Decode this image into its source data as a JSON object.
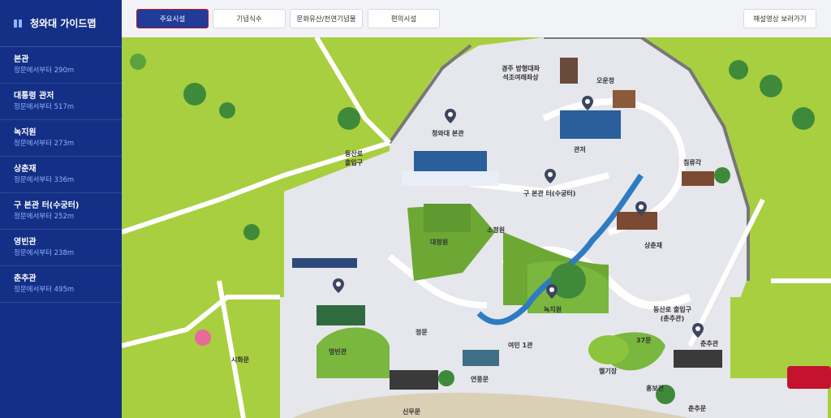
{
  "sidebar": {
    "title": "청와대 가이드맵",
    "items": [
      {
        "name": "본관",
        "distance": "정문에서부터 290m"
      },
      {
        "name": "대통령 관저",
        "distance": "정문에서부터 517m"
      },
      {
        "name": "녹지원",
        "distance": "정문에서부터 273m"
      },
      {
        "name": "상춘재",
        "distance": "정문에서부터 336m"
      },
      {
        "name": "구 본관 터(수궁터)",
        "distance": "정문에서부터 252m"
      },
      {
        "name": "영빈관",
        "distance": "정문에서부터 238m"
      },
      {
        "name": "춘추관",
        "distance": "정문에서부터 495m"
      }
    ]
  },
  "tabs": [
    "주요시설",
    "기념식수",
    "문화유산/천연기념물",
    "편의시설"
  ],
  "active_tab": "주요시설",
  "video_button": "해설영상 보러가기",
  "map_labels": {
    "buddha": "경주 방형대좌\n석조여래좌상",
    "oojeong": "오운정",
    "main_hall": "청와대 본관",
    "residence": "관저",
    "chimryugak": "침류각",
    "hiking_entrance": "등산로\n출입구",
    "old_main_site": "구 본관 터(수궁터)",
    "daejeongwon": "대정원",
    "sojeongwon": "소정원",
    "sangchunjae": "상춘재",
    "nokjiwon": "녹지원",
    "hiking_entrance_2": "등산로 출입구\n(춘추관)",
    "jeongmun": "정문",
    "yeonmin1": "여민 1관",
    "gate37": "37문",
    "chunchugwan": "춘추관",
    "sihwamun": "시화문",
    "yeongbingwan": "영빈관",
    "yeonpungmun": "연풍문",
    "helipad": "헬기장",
    "hongbogwan": "홍보관",
    "sinmumun": "신무문",
    "chunchumun": "춘추문"
  },
  "colors": {
    "sidebar_bg": "#142f86",
    "accent": "#213c98",
    "active_border": "#c41230",
    "map_green": "#a8cf3f",
    "road": "#e6e7ec",
    "pin": "#3d4660"
  }
}
